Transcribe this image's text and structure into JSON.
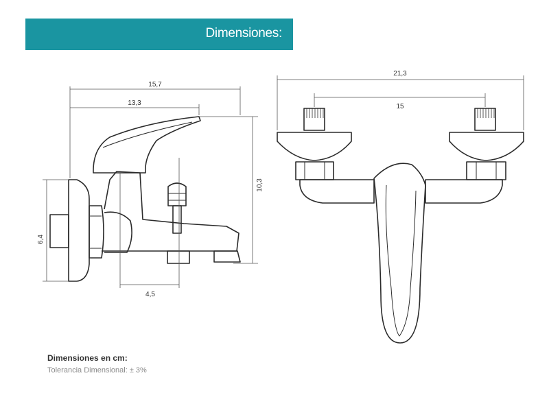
{
  "header": {
    "title": "Dimensiones:"
  },
  "colors": {
    "banner": "#1a95a1",
    "line": "#2b2b2b",
    "dimension": "#555555"
  },
  "dimensions": {
    "side_total_length": "15,7",
    "side_spout_length": "13,3",
    "side_height": "10,3",
    "side_wall_height": "6,4",
    "side_depth": "4,5",
    "front_total_width": "21,3",
    "front_center_distance": "15"
  },
  "footer": {
    "title": "Dimensiones en cm:",
    "subtitle": "Tolerancia Dimensional: ± 3%"
  }
}
